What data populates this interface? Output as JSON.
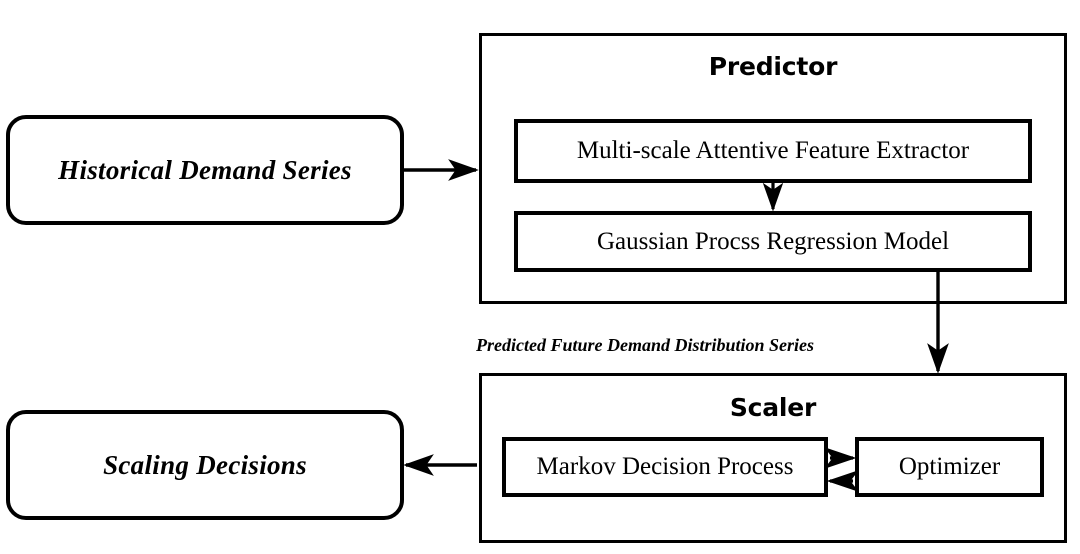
{
  "diagram": {
    "title": "Predictor and Scaler architecture flow",
    "background_color": "#ffffff",
    "line_color": "#000000"
  },
  "terminals": [
    {
      "id": "historical-demand-series",
      "label": "Historical Demand Series",
      "shape": "rounded-rectangle",
      "style": "bold-italic-serif"
    },
    {
      "id": "scaling-decisions",
      "label": "Scaling Decisions",
      "shape": "rounded-rectangle",
      "style": "bold-italic-serif"
    }
  ],
  "modules": [
    {
      "id": "predictor",
      "title": "Predictor",
      "title_style": "bold-sans",
      "children": [
        {
          "id": "feature-extractor",
          "label": "Multi-scale Attentive Feature Extractor"
        },
        {
          "id": "gpr-model",
          "label": "Gaussian Procss Regression Model"
        }
      ]
    },
    {
      "id": "scaler",
      "title": "Scaler",
      "title_style": "bold-sans",
      "children": [
        {
          "id": "markov-decision-process",
          "label": "Markov Decision Process"
        },
        {
          "id": "optimizer",
          "label": "Optimizer"
        }
      ]
    }
  ],
  "edges": [
    {
      "id": "input-to-predictor",
      "from": "historical-demand-series",
      "to": "predictor",
      "label": "",
      "direction": "right"
    },
    {
      "id": "extractor-to-gpr",
      "from": "feature-extractor",
      "to": "gpr-model",
      "label": "",
      "direction": "down"
    },
    {
      "id": "predictor-to-scaler",
      "from": "gpr-model",
      "to": "scaler",
      "label": "Predicted Future Demand Distribution Series",
      "direction": "down"
    },
    {
      "id": "mdp-to-optimizer",
      "from": "markov-decision-process",
      "to": "optimizer",
      "label": "",
      "direction": "right"
    },
    {
      "id": "optimizer-to-mdp",
      "from": "optimizer",
      "to": "markov-decision-process",
      "label": "",
      "direction": "left"
    },
    {
      "id": "scaler-to-output",
      "from": "scaler",
      "to": "scaling-decisions",
      "label": "",
      "direction": "left"
    }
  ]
}
